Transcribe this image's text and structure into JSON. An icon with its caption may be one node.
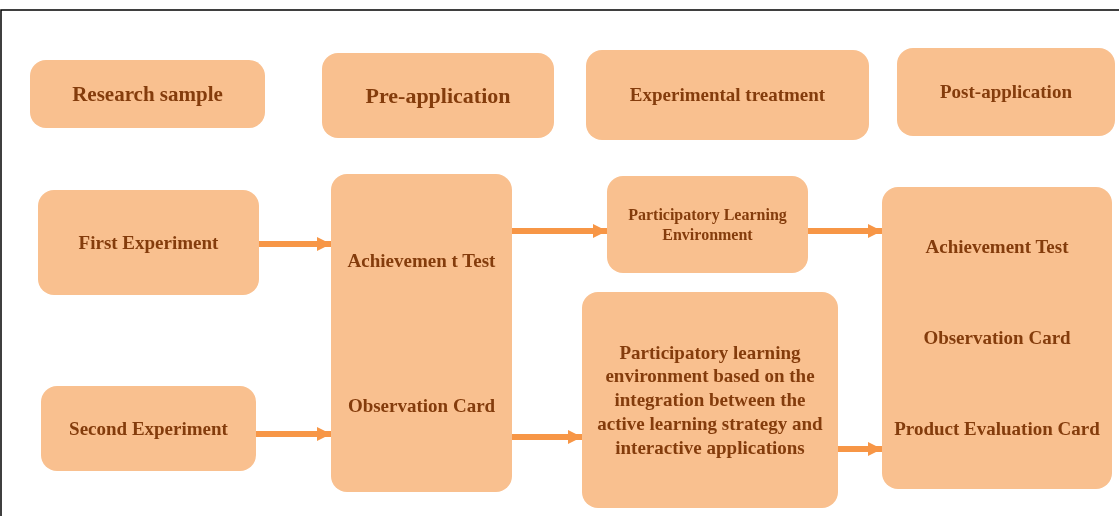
{
  "diagram": {
    "nodes": [
      {
        "text": [
          "Research sample"
        ]
      },
      {
        "text": [
          "Pre-application"
        ]
      },
      {
        "text": [
          "Experimental treatment"
        ]
      },
      {
        "text": [
          "Post-application"
        ]
      },
      {
        "text": [
          "First Experiment"
        ]
      },
      {
        "text": [
          "Second Experiment"
        ]
      },
      {
        "text": [
          "Achievemen t Test",
          "Observation Card"
        ]
      },
      {
        "text": [
          "Participatory Learning Environment"
        ]
      },
      {
        "text": [
          "Participatory learning environment based on the integration between the active learning strategy and interactive applications"
        ]
      },
      {
        "text": [
          "Achievement Test",
          "Observation Card",
          "Product Evaluation Card"
        ]
      }
    ],
    "edges": [
      {
        "from": 4,
        "to": 6,
        "arrow": "to"
      },
      {
        "from": 5,
        "to": 6,
        "arrow": "to"
      },
      {
        "from": 6,
        "to": 7,
        "arrow": "to"
      },
      {
        "from": 6,
        "to": 8,
        "arrow": "to"
      },
      {
        "from": 7,
        "to": 9,
        "arrow": "to"
      },
      {
        "from": 8,
        "to": 9,
        "arrow": "to"
      }
    ]
  }
}
